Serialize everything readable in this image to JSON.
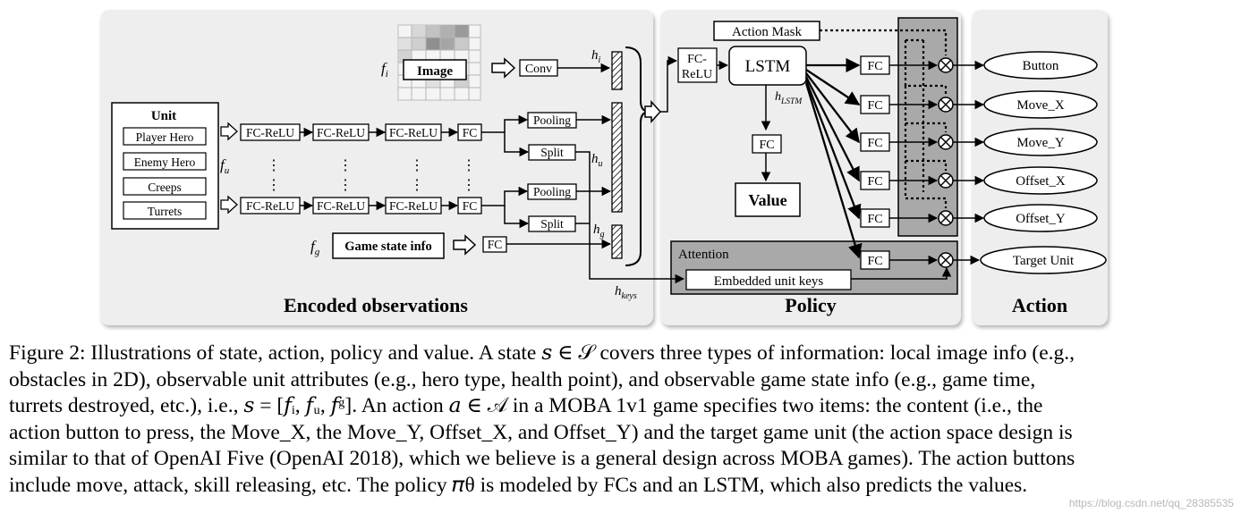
{
  "panels": {
    "encoded": "Encoded observations",
    "policy": "Policy",
    "action": "Action"
  },
  "encoder": {
    "image_label": "Image",
    "conv": "Conv",
    "unit_title": "Unit",
    "unit_types": [
      "Player Hero",
      "Enemy Hero",
      "Creeps",
      "Turrets"
    ],
    "fc_relu": "FC-ReLU",
    "fc": "FC",
    "pooling": "Pooling",
    "split": "Split",
    "vdots": "⋮",
    "game_state_info": "Game state info",
    "sym_fi": "f",
    "sub_fi": "i",
    "sym_fu": "f",
    "sub_fu": "u",
    "sym_fg": "f",
    "sub_fg": "g",
    "sym_hi": "h",
    "sub_hi": "i",
    "sym_hu": "h",
    "sub_hu": "u",
    "sym_hg": "h",
    "sub_hg": "g",
    "sym_hkeys": "h",
    "sub_hkeys": "keys"
  },
  "policy": {
    "action_mask": "Action Mask",
    "fc_relu_line1": "FC-",
    "fc_relu_line2": "ReLU",
    "lstm": "LSTM",
    "sym_hlstm": "h",
    "sub_hlstm": "LSTM",
    "fc": "FC",
    "value": "Value",
    "attention": "Attention",
    "embedded_unit_keys": "Embedded unit keys",
    "times_symbol": "⊗"
  },
  "actions": [
    "Button",
    "Move_X",
    "Move_Y",
    "Offset_X",
    "Offset_Y",
    "Target Unit"
  ],
  "caption": {
    "line1": "Figure 2: Illustrations of state, action, policy and value. A state 𝑠 ∈ 𝒮 covers three types of information: local image info (e.g.,",
    "line2": "obstacles in 2D), observable unit attributes (e.g., hero type, health point), and observable game state info (e.g., game time,",
    "line3": "turrets destroyed, etc.), i.e., 𝑠 = [𝑓ᵢ, 𝑓ᵤ, 𝑓ᵍ]. An action 𝑎 ∈ 𝒜 in a MOBA 1v1 game specifies two items: the content (i.e., the",
    "line4": "action button to press, the Move_X, the Move_Y, Offset_X, and Offset_Y) and the target game unit (the action space design is",
    "line5": "similar to that of OpenAI Five (OpenAI 2018), which we believe is a general design across MOBA games). The action buttons",
    "line6": "include move, attack, skill releasing, etc. The policy 𝜋θ is modeled by FCs and an LSTM, which also predicts the values."
  },
  "watermark": "https://blog.csdn.net/qq_28385535",
  "colors": {
    "panel_bg": "#eeeeee",
    "mask_panel": "#a9a9a9",
    "line": "#000000"
  }
}
